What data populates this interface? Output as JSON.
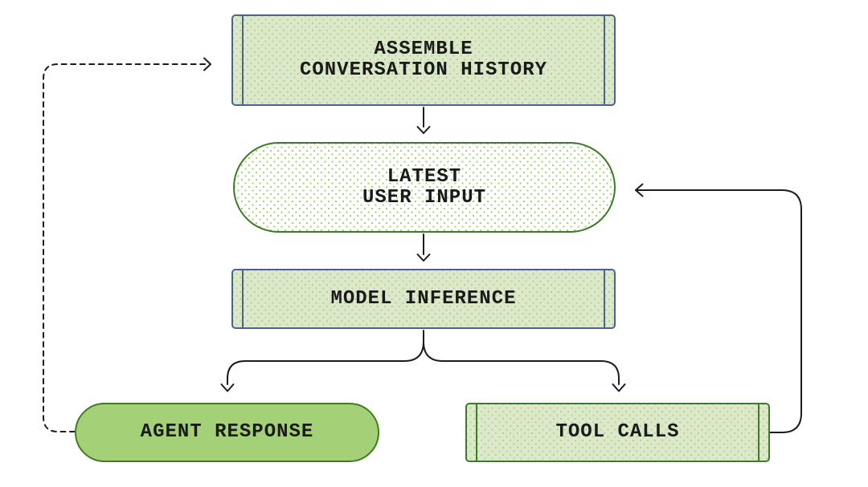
{
  "colors": {
    "node_border_blue": "#4b6391",
    "node_border_green": "#3c7b27",
    "fill_dotted_green": "#dce9c9",
    "fill_dot_color": "#b7cfa0",
    "stadium_fill": "#ffffff",
    "stadium_dot_color": "#9ed36f",
    "agent_fill": "#a4d177",
    "agent_border": "#417d20",
    "text": "#1a1a1a",
    "connector": "#1c1c1c"
  },
  "nodes": {
    "assemble": {
      "shape": "subroutine",
      "line1": "ASSEMBLE",
      "line2": "CONVERSATION HISTORY"
    },
    "latest": {
      "shape": "stadium",
      "line1": "LATEST",
      "line2": "USER INPUT"
    },
    "model": {
      "shape": "subroutine",
      "line1": "MODEL INFERENCE"
    },
    "agent": {
      "shape": "stadium",
      "line1": "AGENT RESPONSE"
    },
    "tool": {
      "shape": "subroutine",
      "line1": "TOOL CALLS"
    }
  },
  "edges": [
    {
      "from": "assemble",
      "to": "latest",
      "style": "solid"
    },
    {
      "from": "latest",
      "to": "model",
      "style": "solid"
    },
    {
      "from": "model",
      "to": "agent",
      "style": "solid"
    },
    {
      "from": "model",
      "to": "tool",
      "style": "solid"
    },
    {
      "from": "tool",
      "to": "latest",
      "style": "solid"
    },
    {
      "from": "agent",
      "to": "assemble",
      "style": "dashed"
    }
  ]
}
